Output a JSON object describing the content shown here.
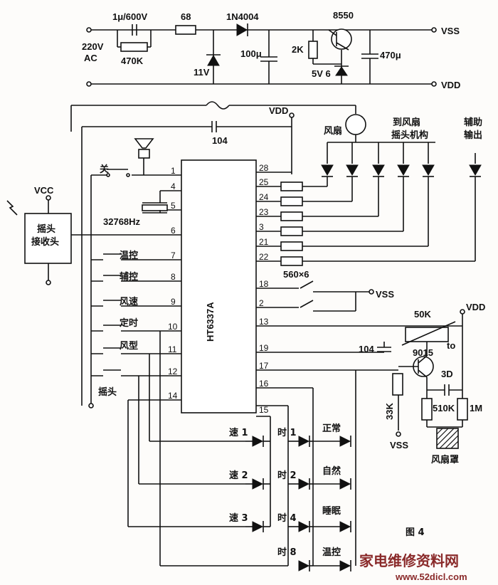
{
  "labels": {
    "cap_1u": "1μ/600V",
    "res_68": "68",
    "diode": "1N4004",
    "transistor_8550": "8550",
    "vss": "VSS",
    "vdd": "VDD",
    "ac_220v": "220V",
    "ac": "AC",
    "res_470k": "470K",
    "zener_11v": "11V",
    "cap_100u": "100μ",
    "res_2k": "2K",
    "zener_5v6": "5V 6",
    "cap_470u": "470μ",
    "cap_104": "104",
    "fan": "风扇",
    "to_fan": "到风扇",
    "swing_mechanism": "摇头机构",
    "aux": "辅助",
    "output": "输出",
    "off": "关",
    "vcc": "VCC",
    "swing_head": "摇头",
    "receiver": "接收头",
    "crystal": "32768Hz",
    "btn_temp": "温控",
    "btn_aux": "辅控",
    "btn_speed": "风速",
    "btn_timer": "定时",
    "btn_mode": "风型",
    "btn_swing": "摇头",
    "ic": "HT6337A",
    "res_560x6": "560×6",
    "pot_50k": "50K",
    "to": "to",
    "transistor_9015": "9015",
    "cap_3d": "3D",
    "res_33k": "33K",
    "res_510k": "510K",
    "res_1m": "1M",
    "fan_cover": "风扇罩",
    "figure": "图 4"
  },
  "pins": {
    "p1": "1",
    "p4": "4",
    "p5": "5",
    "p6": "6",
    "p7": "7",
    "p8": "8",
    "p9": "9",
    "p10": "10",
    "p11": "11",
    "p12": "12",
    "p14": "14",
    "p28": "28",
    "p25": "25",
    "p24": "24",
    "p23": "23",
    "p3": "3",
    "p21": "21",
    "p22": "22",
    "p18": "18",
    "p2": "2",
    "p13": "13",
    "p19": "19",
    "p17": "17",
    "p16": "16",
    "p15": "15"
  },
  "leds": {
    "speed1": "速 1",
    "speed2": "速 2",
    "speed3": "速 3",
    "timer1": "时 1",
    "timer2": "时 2",
    "timer4": "时 4",
    "timer8": "时 8",
    "normal": "正常",
    "natural": "自然",
    "sleep": "睡眠",
    "temp": "温控"
  },
  "watermark": {
    "site_cn": "家电维修资料网",
    "site_url": "www.52dicl.com"
  }
}
